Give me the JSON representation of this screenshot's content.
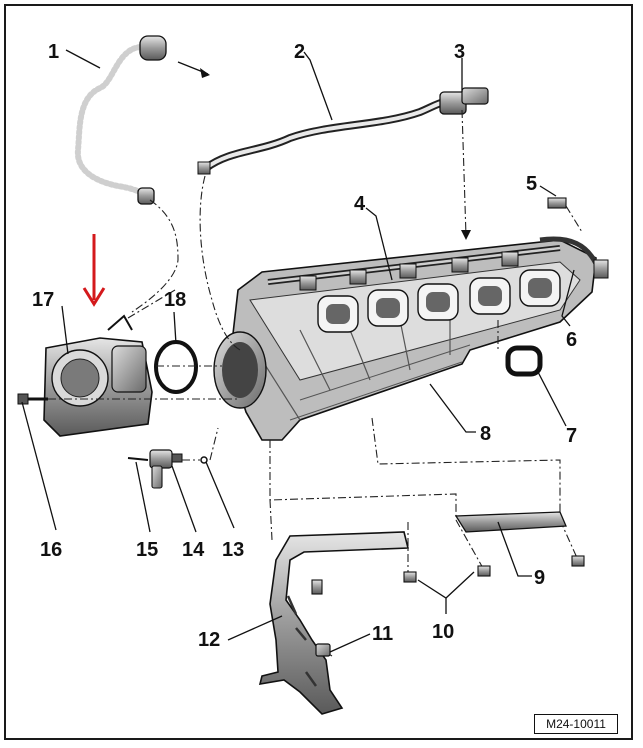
{
  "accent_color": "#d4191c",
  "reference_code": "M24-10011",
  "arrow_icon": "down-arrow-icon",
  "callouts": [
    {
      "key": "c1",
      "label": "1"
    },
    {
      "key": "c2",
      "label": "2"
    },
    {
      "key": "c3",
      "label": "3"
    },
    {
      "key": "c4",
      "label": "4"
    },
    {
      "key": "c5",
      "label": "5"
    },
    {
      "key": "c6",
      "label": "6"
    },
    {
      "key": "c7",
      "label": "7"
    },
    {
      "key": "c8",
      "label": "8"
    },
    {
      "key": "c9",
      "label": "9"
    },
    {
      "key": "c10",
      "label": "10"
    },
    {
      "key": "c11",
      "label": "11"
    },
    {
      "key": "c12",
      "label": "12"
    },
    {
      "key": "c13",
      "label": "13"
    },
    {
      "key": "c14",
      "label": "14"
    },
    {
      "key": "c15",
      "label": "15"
    },
    {
      "key": "c16",
      "label": "16"
    },
    {
      "key": "c17",
      "label": "17"
    },
    {
      "key": "c18",
      "label": "18"
    }
  ]
}
